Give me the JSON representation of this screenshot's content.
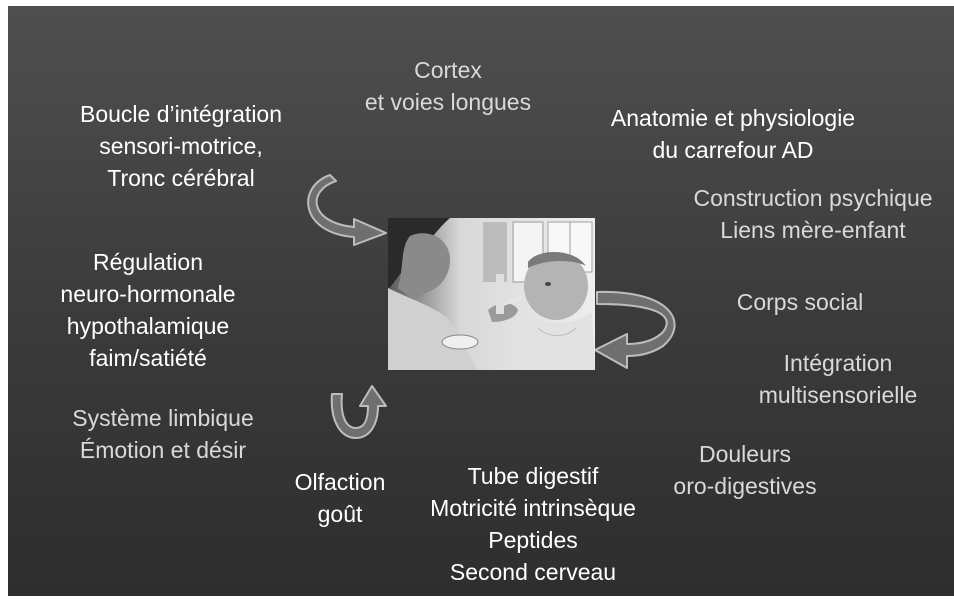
{
  "labels": {
    "cortex": [
      "Cortex",
      "et voies longues"
    ],
    "boucle": [
      "Boucle d’intégration",
      "sensori-motrice,",
      "Tronc cérébral"
    ],
    "anatomie": [
      "Anatomie et physiologie",
      "du carrefour AD"
    ],
    "construction": [
      "Construction psychique",
      "Liens mère-enfant"
    ],
    "regulation": [
      "Régulation",
      "neuro-hormonale",
      "hypothalamique",
      "faim/satiété"
    ],
    "corps_social": [
      "Corps social"
    ],
    "integration": [
      "Intégration",
      "multisensorielle"
    ],
    "limbique": [
      "Système limbique",
      "Émotion et désir"
    ],
    "douleurs": [
      "Douleurs",
      "oro-digestives"
    ],
    "olfaction": [
      "Olfaction",
      "goût"
    ],
    "tube": [
      "Tube digestif",
      "Motricité intrinsèque",
      "Peptides",
      "Second cerveau"
    ]
  },
  "colors": {
    "background": "#3f3f3f",
    "text_primary": "#ffffff",
    "text_secondary": "#d9d9d9",
    "arrow_fill": "#6f6f6f",
    "arrow_stroke": "#bdbdbd"
  },
  "icons": {
    "photo": "mother-feeding-baby-photo",
    "arrows": [
      "curved-arrow-upper-left",
      "curved-arrow-right",
      "curved-arrow-bottom"
    ]
  }
}
